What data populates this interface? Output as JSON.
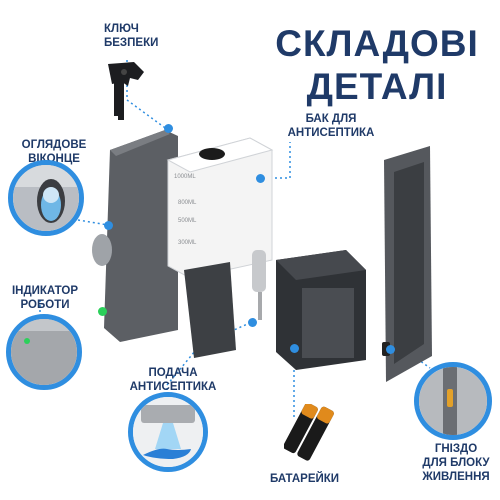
{
  "title": {
    "line1": "СКЛАДОВІ",
    "line2": "ДЕТАЛІ"
  },
  "labels": {
    "key_line1": "КЛЮЧ",
    "key_line2": "БЕЗПЕКИ",
    "window_line1": "ОГЛЯДОВЕ",
    "window_line2": "ВІКОНЦЕ",
    "indicator_line1": "ІНДИКАТОР",
    "indicator_line2": "РОБОТИ",
    "feed_line1": "ПОДАЧА",
    "feed_line2": "АНТИСЕПТИКА",
    "tank_line1": "БАК ДЛЯ",
    "tank_line2": "АНТИСЕПТИКА",
    "batteries": "БАТАРЕЙКИ",
    "power_line1": "ГНІЗДО",
    "power_line2": "ДЛЯ БЛОКУ",
    "power_line3": "ЖИВЛЕННЯ"
  },
  "tank_marks": [
    "1000ML",
    "800ML",
    "500ML",
    "300ML"
  ],
  "colors": {
    "accent": "#2f8ee0",
    "title": "#1f3a68",
    "device": "#5a5d62",
    "tank": "#f6f6f6"
  },
  "icons": [
    "key-icon",
    "viewing-window-icon",
    "indicator-led-icon",
    "hand-spray-icon",
    "battery-icon",
    "power-socket-icon"
  ]
}
